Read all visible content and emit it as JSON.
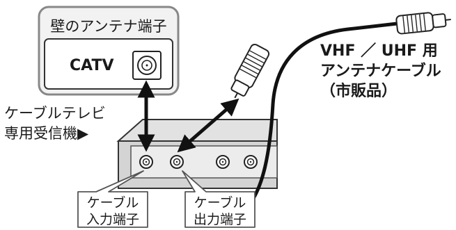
{
  "wall_outlet": {
    "title": "壁のアンテナ端子",
    "label": "CATV"
  },
  "cable": {
    "line1": "VHF ／ UHF 用",
    "line2": "アンテナケーブル",
    "line3": "（市販品）"
  },
  "receiver": {
    "line1": "ケーブルテレビ",
    "line2": "専用受信機▶"
  },
  "callouts": [
    {
      "line1": "ケーブル",
      "line2": "入力端子"
    },
    {
      "line1": "ケーブル",
      "line2": "出力端子"
    }
  ]
}
